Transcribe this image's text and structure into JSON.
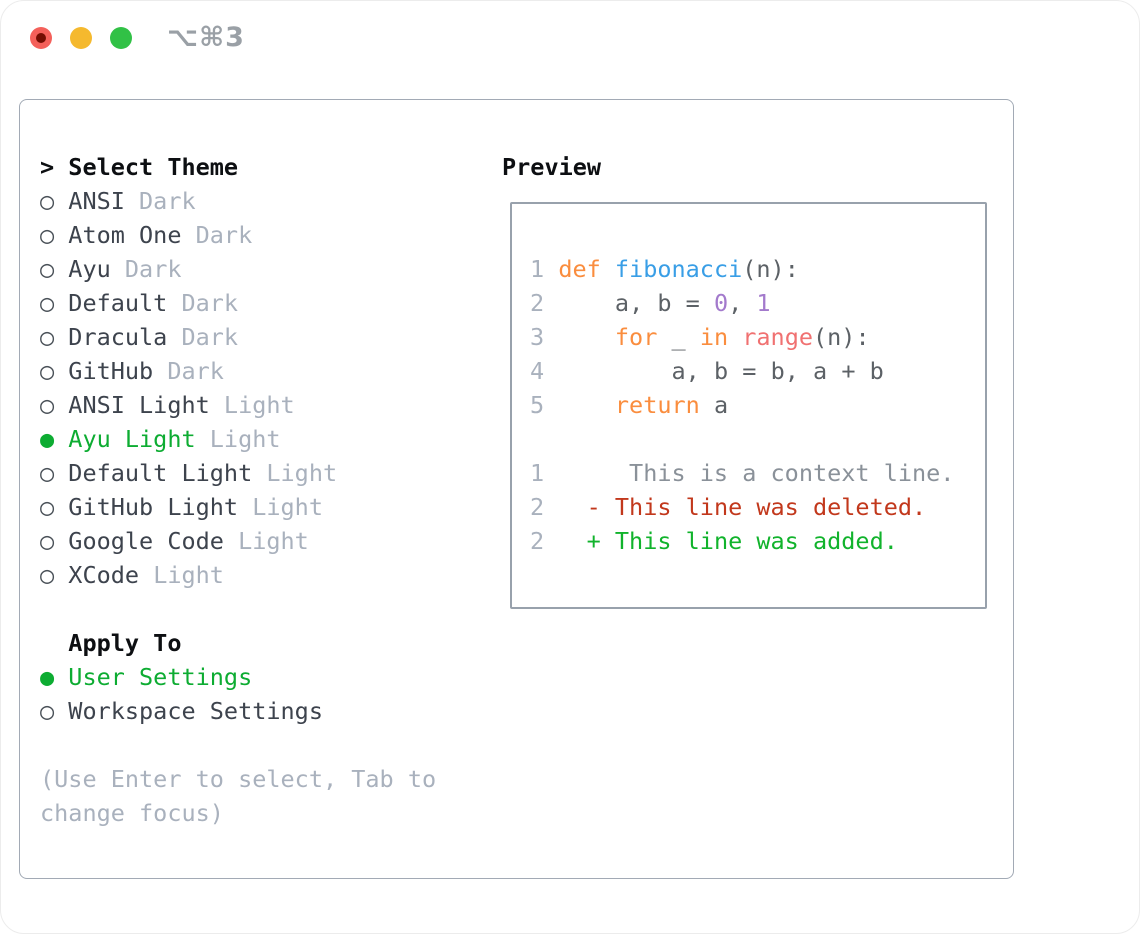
{
  "window": {
    "shortcut_label": "⌥⌘3",
    "traffic_lights": [
      "close",
      "minimize",
      "zoom"
    ]
  },
  "colors": {
    "accent_green": "#0dac32",
    "added_green": "#11b32c",
    "deleted_red": "#c2381c",
    "keyword_orange": "#fa8d3e",
    "function_blue": "#399ee6",
    "number_purple": "#a37acc",
    "call_coral": "#f07171",
    "code_text": "#5c6166",
    "context_gray": "#8a9199",
    "text_dark": "#3d434d",
    "heading_black": "#0d0f12",
    "dim_gray": "#a9b1bd",
    "panel_border": "#a2aab5",
    "box_border": "#98a1ac",
    "light_red": "#f4605a",
    "light_yellow": "#f5b92e",
    "light_green": "#31c146",
    "light_red_dot": "#740d02",
    "shortcut_gray": "#9aa0a6"
  },
  "theme_menu": {
    "cursor": ">",
    "title": "Select Theme",
    "items": [
      {
        "label": "ANSI",
        "tag": "Dark",
        "selected": false
      },
      {
        "label": "Atom One",
        "tag": "Dark",
        "selected": false
      },
      {
        "label": "Ayu",
        "tag": "Dark",
        "selected": false
      },
      {
        "label": "Default",
        "tag": "Dark",
        "selected": false
      },
      {
        "label": "Dracula",
        "tag": "Dark",
        "selected": false
      },
      {
        "label": "GitHub",
        "tag": "Dark",
        "selected": false
      },
      {
        "label": "ANSI Light",
        "tag": "Light",
        "selected": false
      },
      {
        "label": "Ayu Light",
        "tag": "Light",
        "selected": true
      },
      {
        "label": "Default Light",
        "tag": "Light",
        "selected": false
      },
      {
        "label": "GitHub Light",
        "tag": "Light",
        "selected": false
      },
      {
        "label": "Google Code",
        "tag": "Light",
        "selected": false
      },
      {
        "label": "XCode",
        "tag": "Light",
        "selected": false
      }
    ]
  },
  "apply_to": {
    "title": "Apply To",
    "options": [
      {
        "label": "User Settings",
        "selected": true
      },
      {
        "label": "Workspace Settings",
        "selected": false
      }
    ]
  },
  "hint_lines": [
    "(Use Enter to select, Tab to",
    "change focus)"
  ],
  "preview": {
    "title": "Preview",
    "lines": [
      [
        {
          "t": "1",
          "s": "dim"
        },
        {
          "t": " ",
          "s": "plain"
        },
        {
          "t": "def",
          "s": "kw"
        },
        {
          "t": " ",
          "s": "plain"
        },
        {
          "t": "fibonacci",
          "s": "fn"
        },
        {
          "t": "(n):",
          "s": "plain"
        }
      ],
      [
        {
          "t": "2",
          "s": "dim"
        },
        {
          "t": "     ",
          "s": "plain"
        },
        {
          "t": "a",
          "s": "var"
        },
        {
          "t": ", ",
          "s": "plain"
        },
        {
          "t": "b",
          "s": "var"
        },
        {
          "t": " = ",
          "s": "plain"
        },
        {
          "t": "0",
          "s": "num"
        },
        {
          "t": ", ",
          "s": "plain"
        },
        {
          "t": "1",
          "s": "num"
        }
      ],
      [
        {
          "t": "3",
          "s": "dim"
        },
        {
          "t": "     ",
          "s": "plain"
        },
        {
          "t": "for",
          "s": "kw"
        },
        {
          "t": " _ ",
          "s": "plain"
        },
        {
          "t": "in",
          "s": "kw"
        },
        {
          "t": " ",
          "s": "plain"
        },
        {
          "t": "range",
          "s": "call"
        },
        {
          "t": "(n):",
          "s": "plain"
        }
      ],
      [
        {
          "t": "4",
          "s": "dim"
        },
        {
          "t": "         ",
          "s": "plain"
        },
        {
          "t": "a",
          "s": "var"
        },
        {
          "t": ", ",
          "s": "plain"
        },
        {
          "t": "b",
          "s": "var"
        },
        {
          "t": " = ",
          "s": "plain"
        },
        {
          "t": "b",
          "s": "var"
        },
        {
          "t": ", ",
          "s": "plain"
        },
        {
          "t": "a",
          "s": "var"
        },
        {
          "t": " + ",
          "s": "plain"
        },
        {
          "t": "b",
          "s": "var"
        }
      ],
      [
        {
          "t": "5",
          "s": "dim"
        },
        {
          "t": "     ",
          "s": "plain"
        },
        {
          "t": "return",
          "s": "kw"
        },
        {
          "t": " ",
          "s": "plain"
        },
        {
          "t": "a",
          "s": "var"
        }
      ],
      [],
      [
        {
          "t": "1",
          "s": "dim"
        },
        {
          "t": "      ",
          "s": "plain"
        },
        {
          "t": "This is a context line.",
          "s": "ctx"
        }
      ],
      [
        {
          "t": "2",
          "s": "dim"
        },
        {
          "t": "   ",
          "s": "plain"
        },
        {
          "t": "- This line was deleted.",
          "s": "del"
        }
      ],
      [
        {
          "t": "2",
          "s": "dim"
        },
        {
          "t": "   ",
          "s": "plain"
        },
        {
          "t": "+ This line was added.",
          "s": "add"
        }
      ]
    ]
  }
}
